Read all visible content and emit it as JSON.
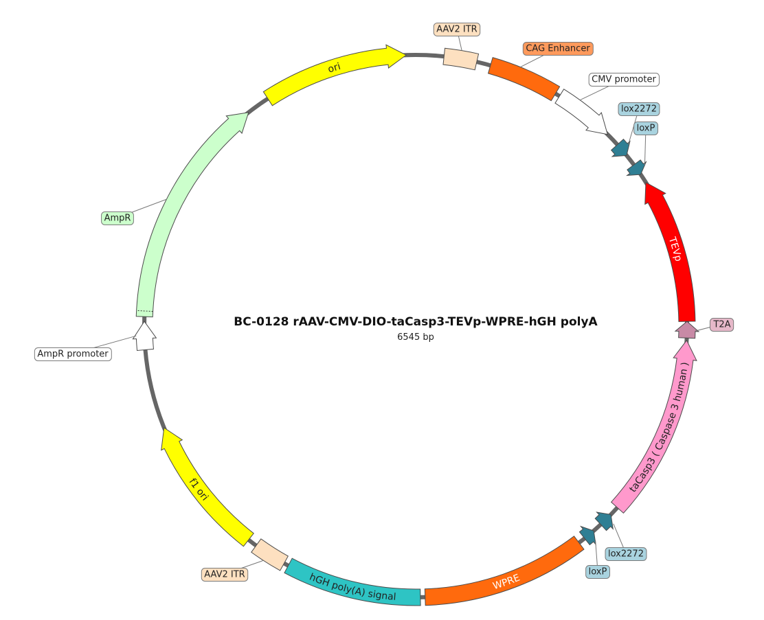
{
  "map": {
    "title": "BC-0128   rAAV-CMV-DIO-taCasp3-TEVp-WPRE-hGH polyA",
    "length_label": "6545 bp",
    "backbone_color": "#666666",
    "features": [
      {
        "id": "aav2-itr-top",
        "name": "AAV2 ITR",
        "start": 6,
        "end": 13,
        "kind": "box",
        "color": "#fde0c0",
        "label_mode": "callout"
      },
      {
        "id": "cag-enhancer",
        "name": "CAG Enhancer",
        "start": 16,
        "end": 31,
        "kind": "box",
        "color": "#ff6a0d",
        "label_mode": "callout"
      },
      {
        "id": "cmv-promoter",
        "name": "CMV promoter",
        "start": 32,
        "end": 45,
        "kind": "arrow",
        "dir": "cw",
        "color": "#ffffff",
        "label_mode": "callout"
      },
      {
        "id": "lox2272-top",
        "name": "lox2272",
        "start": 48,
        "end": 51,
        "kind": "arrow",
        "dir": "cw",
        "color": "#2f7f94",
        "label_mode": "callout"
      },
      {
        "id": "loxp-top",
        "name": "loxP",
        "start": 53.5,
        "end": 56,
        "kind": "arrow",
        "dir": "cw",
        "color": "#2f7f94",
        "label_mode": "callout"
      },
      {
        "id": "tevp",
        "name": "TEVp",
        "start": 58,
        "end": 89,
        "kind": "arrow",
        "dir": "ccw",
        "color": "#ff0000",
        "label_mode": "inside",
        "text_color": "#ffffff"
      },
      {
        "id": "t2a",
        "name": "T2A",
        "start": 89,
        "end": 92.5,
        "kind": "arrow",
        "dir": "ccw",
        "color": "#c88aa6",
        "label_mode": "callout"
      },
      {
        "id": "tacasp3",
        "name": "taCasp3 ( Caspase 3 human )",
        "start": 93,
        "end": 132,
        "kind": "arrow",
        "dir": "ccw",
        "color": "#ff99cc",
        "label_mode": "inside",
        "text_color": "#222222"
      },
      {
        "id": "lox2272-bottom",
        "name": "lox2272",
        "start": 134,
        "end": 137,
        "kind": "arrow",
        "dir": "ccw",
        "color": "#2f7f94",
        "label_mode": "callout"
      },
      {
        "id": "loxp-bottom",
        "name": "loxP",
        "start": 139,
        "end": 141.5,
        "kind": "arrow",
        "dir": "ccw",
        "color": "#2f7f94",
        "label_mode": "callout"
      },
      {
        "id": "wpre",
        "name": "WPRE",
        "start": 143,
        "end": 178,
        "kind": "box",
        "color": "#ff6a0d",
        "label_mode": "inside",
        "text_color": "#ffffff"
      },
      {
        "id": "hgh-polya",
        "name": "hGH poly(A) signal",
        "start": 179,
        "end": 208,
        "kind": "box",
        "color": "#2ec4c4",
        "label_mode": "inside",
        "text_color": "#222222"
      },
      {
        "id": "aav2-itr-bottom",
        "name": "AAV2 ITR",
        "start": 209,
        "end": 216,
        "kind": "box",
        "color": "#fde0c0",
        "label_mode": "callout"
      },
      {
        "id": "f1-ori",
        "name": "f1 ori",
        "start": 218,
        "end": 248,
        "kind": "arrow",
        "dir": "cw",
        "color": "#ffff00",
        "label_mode": "inside",
        "text_color": "#222222"
      },
      {
        "id": "ampr-promoter",
        "name": "AMpR promoter",
        "start": 265,
        "end": 271,
        "kind": "arrow",
        "dir": "cw",
        "color": "#ffffff",
        "label_mode": "callout"
      },
      {
        "id": "ampr",
        "name": "AmpR",
        "start": 272,
        "end": 322,
        "kind": "arrow",
        "dir": "cw",
        "color": "#ccffcc",
        "label_mode": "callout"
      },
      {
        "id": "ori",
        "name": "ori",
        "start": 327,
        "end": 358,
        "kind": "arrow",
        "dir": "cw",
        "color": "#ffff00",
        "label_mode": "inside",
        "text_color": "#222222"
      }
    ],
    "callouts": [
      {
        "feature": "aav2-itr-top",
        "text": "AAV2 ITR",
        "color": "#fde0c0"
      },
      {
        "feature": "cag-enhancer",
        "text": "CAG Enhancer",
        "color": "#ff9a5c"
      },
      {
        "feature": "cmv-promoter",
        "text": "CMV promoter",
        "color": "#ffffff"
      },
      {
        "feature": "lox2272-top",
        "text": "lox2272",
        "color": "#a9d3df"
      },
      {
        "feature": "loxp-top",
        "text": "loxP",
        "color": "#a9d3df"
      },
      {
        "feature": "t2a",
        "text": "T2A",
        "color": "#e6b8c9"
      },
      {
        "feature": "lox2272-bottom",
        "text": "lox2272",
        "color": "#a9d3df"
      },
      {
        "feature": "loxp-bottom",
        "text": "loxP",
        "color": "#a9d3df"
      },
      {
        "feature": "aav2-itr-bottom",
        "text": "AAV2 ITR",
        "color": "#fde0c0"
      },
      {
        "feature": "ampr-promoter",
        "text": "AmpR promoter",
        "color": "#ffffff"
      },
      {
        "feature": "ampr",
        "text": "AmpR",
        "color": "#ccffcc"
      }
    ]
  }
}
